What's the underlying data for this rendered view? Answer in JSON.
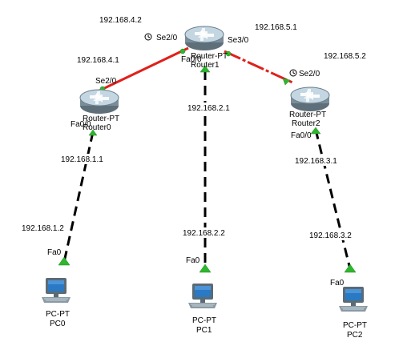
{
  "colors": {
    "serial_link": "#e0201b",
    "ethernet_link": "#000000",
    "link_up": "#2fb52f",
    "router_body": "#7b8d98",
    "router_top": "#c3d6e2",
    "pc_screen": "#2a79c4",
    "pc_frame": "#5b6b76"
  },
  "icons": {
    "router": "router-icon",
    "pc": "pc-icon",
    "clock": "clock-icon"
  },
  "devices": {
    "router0": {
      "model": "Router-PT",
      "name": "Router0"
    },
    "router1": {
      "model": "Router-PT",
      "name": "Router1"
    },
    "router2": {
      "model": "Router-PT",
      "name": "Router2"
    },
    "pc0": {
      "model": "PC-PT",
      "name": "PC0"
    },
    "pc1": {
      "model": "PC-PT",
      "name": "PC1"
    },
    "pc2": {
      "model": "PC-PT",
      "name": "PC2"
    }
  },
  "ports": {
    "r0_se2_0": "Se2/0",
    "r0_fa0_0": "Fa0/0",
    "r1_se2_0": "Se2/0",
    "r1_se3_0": "Se3/0",
    "r1_fa0_0": "Fa0/0",
    "r2_se2_0": "Se2/0",
    "r2_fa0_0": "Fa0/0",
    "pc0_fa0": "Fa0",
    "pc1_fa0": "Fa0",
    "pc2_fa0": "Fa0"
  },
  "ips": {
    "r1_se2_0": "192.168.4.2",
    "r0_se2_0": "192.168.4.1",
    "r1_se3_0": "192.168.5.1",
    "r2_se2_0": "192.168.5.2",
    "r0_fa0_0": "192.168.1.1",
    "pc0": "192.168.1.2",
    "r1_fa0_0": "192.168.2.1",
    "pc1": "192.168.2.2",
    "r2_fa0_0": "192.168.3.1",
    "pc2": "192.168.3.2"
  }
}
